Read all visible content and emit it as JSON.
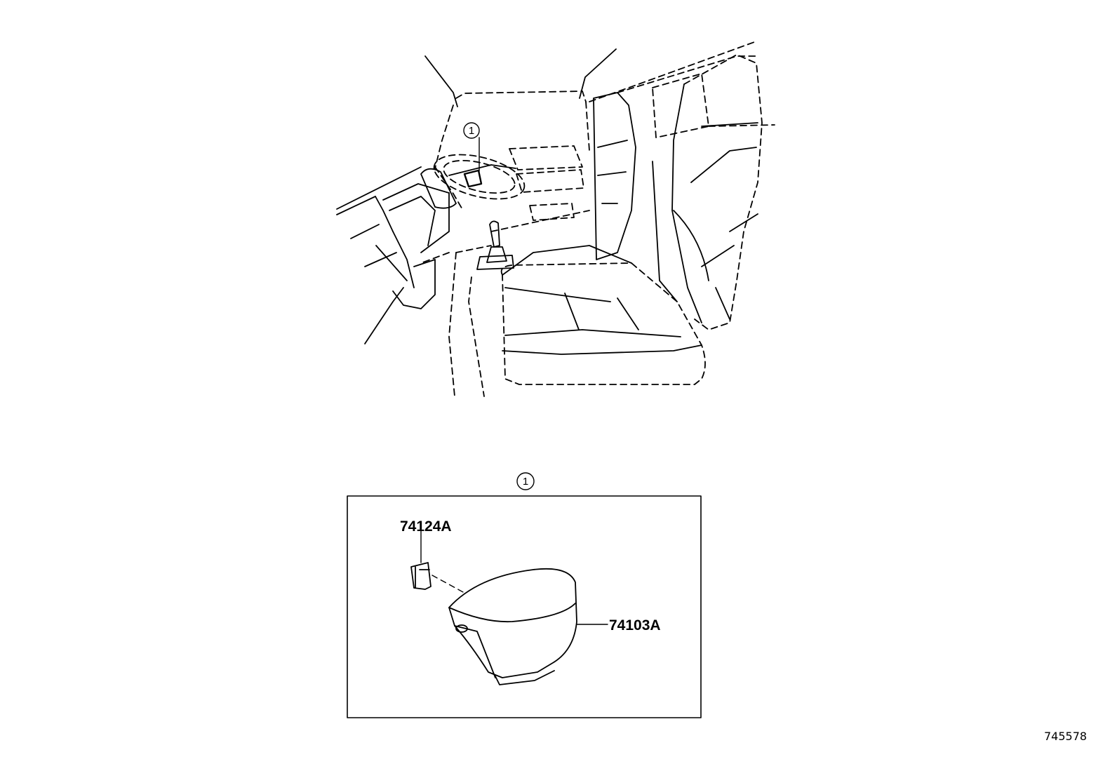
{
  "diagram": {
    "callout_ref": "1",
    "parts": [
      {
        "number": "74124A"
      },
      {
        "number": "74103A"
      }
    ],
    "diagram_code": "745578"
  }
}
